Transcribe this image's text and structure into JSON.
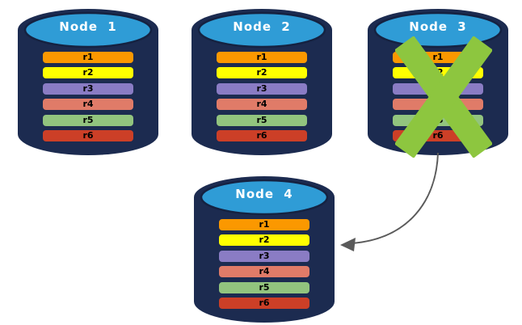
{
  "nodes": [
    {
      "title": "Node 1",
      "failed": false
    },
    {
      "title": "Node 2",
      "failed": false
    },
    {
      "title": "Node 3",
      "failed": true
    },
    {
      "title": "Node 4",
      "failed": false
    }
  ],
  "replica_rows": [
    {
      "label": "r1",
      "color": "#FB9800"
    },
    {
      "label": "r2",
      "color": "#FFFF00"
    },
    {
      "label": "r3",
      "color": "#8A7CC4"
    },
    {
      "label": "r4",
      "color": "#E07B68"
    },
    {
      "label": "r5",
      "color": "#92C47E"
    },
    {
      "label": "r6",
      "color": "#CC3F27"
    }
  ],
  "colors": {
    "cylinder_body": "#1C2B50",
    "cylinder_top": "#2F9CD6",
    "cylinder_rim": "#152241",
    "fail_x": "#8DC63F",
    "arrow": "#5A5A5A",
    "title_text": "#FFFFFF",
    "bar_text": "#000000",
    "background": "#FFFFFF"
  }
}
